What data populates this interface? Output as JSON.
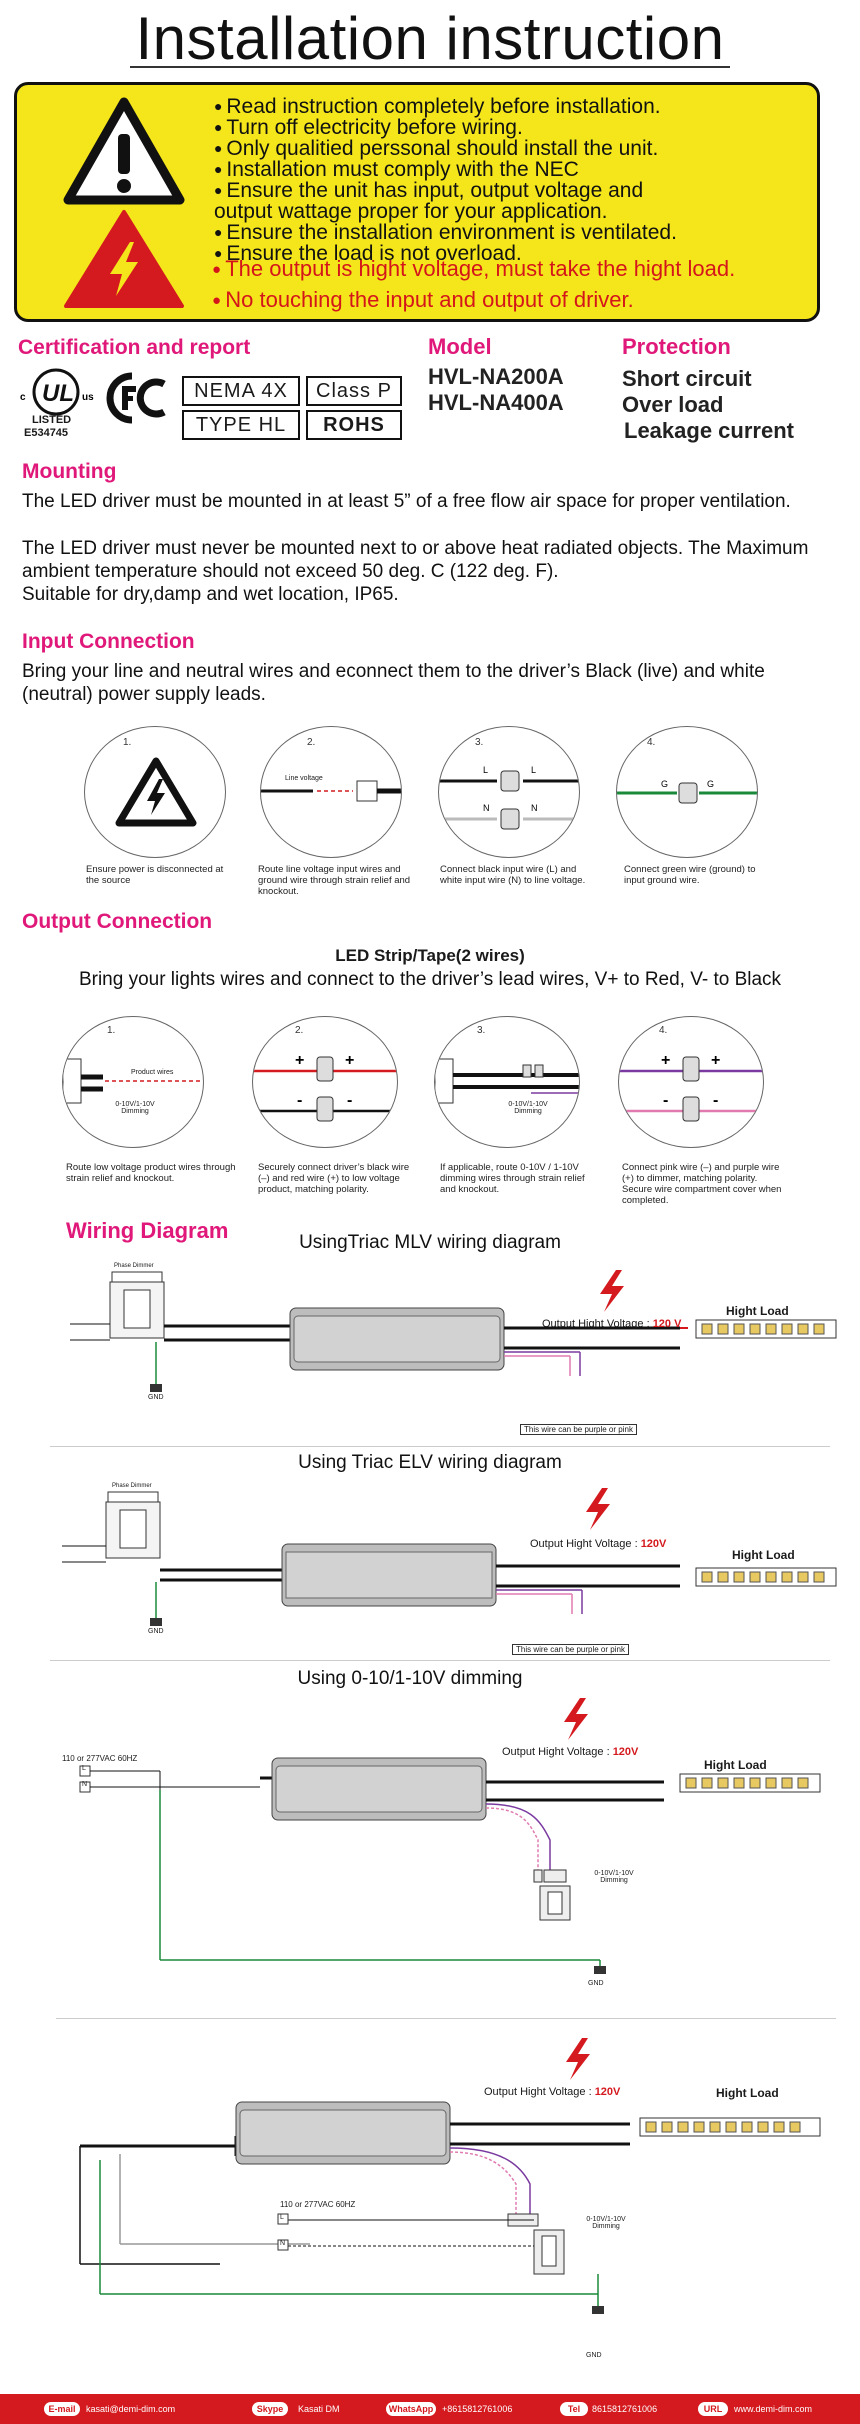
{
  "title": "Installation instruction",
  "warnings": [
    "Read instruction completely before installation.",
    "Turn off electricity before wiring.",
    "Only qualitied perssonal should install the unit.",
    "Installation must comply with the NEC",
    "Ensure the unit has input, output voltage and",
    "output wattage proper for your application.",
    "Ensure the installation environment is ventilated.",
    "Ensure the load is not overload."
  ],
  "warnings_red": [
    "The output is hight voltage, must take the hight load.",
    "No touching the input and output of driver."
  ],
  "cert": {
    "heading": "Certification and report",
    "ul_listed": "LISTED",
    "ul_number": "E534745",
    "badges": [
      "NEMA 4X",
      "Class P",
      "TYPE HL",
      "ROHS"
    ]
  },
  "model": {
    "heading": "Model",
    "items": [
      "HVL-NA200A",
      "HVL-NA400A"
    ]
  },
  "protection": {
    "heading": "Protection",
    "items": [
      "Short circuit",
      "Over load",
      "Leakage current"
    ]
  },
  "mounting": {
    "heading": "Mounting",
    "p1": "The LED driver must be mounted in at least 5” of a free flow air space for proper ventilation.",
    "p2": "The LED driver must never be mounted next to or above heat radiated objects. The Maximum ambient temperature should not exceed 50 deg. C (122 deg. F).",
    "p3": "Suitable for dry,damp and wet location, IP65."
  },
  "input": {
    "heading": "Input Connection",
    "text": "Bring your line and neutral wires and econnect them to the driver’s Black (live) and white (neutral) power supply leads.",
    "steps": [
      {
        "num": "1.",
        "caption": "Ensure power is disconnected at the source"
      },
      {
        "num": "2.",
        "caption": "Route line voltage input wires and ground wire through strain relief and knockout.",
        "label": "Line voltage"
      },
      {
        "num": "3.",
        "caption": "Connect black input wire (L) and white input wire (N) to line voltage."
      },
      {
        "num": "4.",
        "caption": "Connect green wire (ground) to input ground wire."
      }
    ]
  },
  "output": {
    "heading": "Output Connection",
    "subheading": "LED Strip/Tape(2 wires)",
    "text": "Bring your lights wires and connect to the driver’s lead wires, V+ to Red, V- to Black",
    "steps": [
      {
        "num": "1.",
        "caption": "Route low voltage product wires through strain relief and knockout.",
        "label1": "Product wires",
        "label2": "0-10V/1-10V Dimming"
      },
      {
        "num": "2.",
        "caption": "Securely connect driver’s black wire (–) and red wire (+) to low voltage product, matching polarity."
      },
      {
        "num": "3.",
        "caption": "If applicable, route 0-10V / 1-10V dimming wires through strain relief and knockout.",
        "label": "0-10V/1-10V Dimming"
      },
      {
        "num": "4.",
        "caption": "Connect pink wire (–) and purple wire (+) to dimmer, matching polarity. Secure wire compartment cover when completed."
      }
    ]
  },
  "wiring": {
    "heading": "Wiring Diagram",
    "d1_title": "UsingTriac MLV wiring diagram",
    "d2_title": "Using Triac ELV wiring diagram",
    "d3_title": "Using 0-10/1-10V dimming",
    "out_label": "Output Hight Voltage : ",
    "out_value": "120 V",
    "out_value2": "120V",
    "load": "Hight Load",
    "purple_note": "This wire can be purple or pink",
    "phase_dimmer": "Phase Dimmer",
    "gnd": "GND",
    "line_in": "110 or 277VAC 60HZ",
    "dimming": "0-10V/1-10V Dimming",
    "L": "L",
    "N": "N"
  },
  "footer": {
    "email_label": "E-mail",
    "email": "kasati@demi-dim.com",
    "skype_label": "Skype",
    "skype": "Kasati DM",
    "whatsapp_label": "WhatsApp",
    "whatsapp": "+8615812761006",
    "tel_label": "Tel",
    "tel": "8615812761006",
    "url_label": "URL",
    "url": "www.demi-dim.com"
  }
}
